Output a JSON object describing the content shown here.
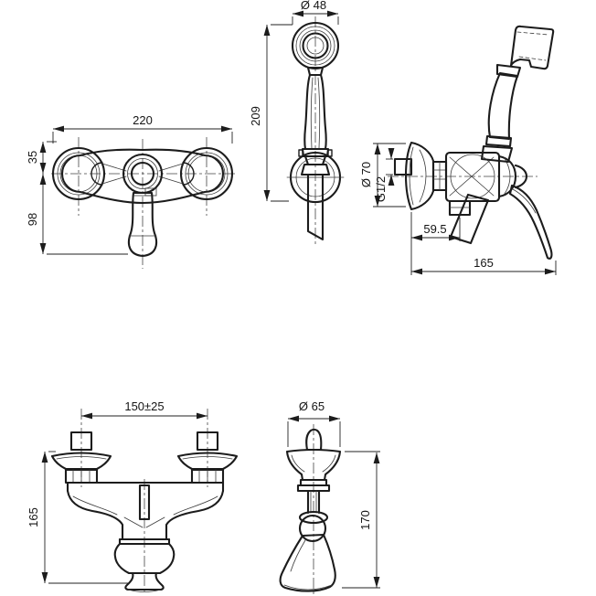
{
  "canvas": {
    "background": "#ffffff",
    "ink": "#1c1c1c"
  },
  "views": {
    "wall_mixer_front": {
      "dims": {
        "width": "220",
        "center_to_top": "35",
        "center_to_lever": "98"
      }
    },
    "handshower_front": {
      "dims": {
        "head_diameter": "Ø 48",
        "height": "209"
      }
    },
    "wall_mixer_side": {
      "dims": {
        "escutcheon_diameter": "Ø 70",
        "thread": "G1/2",
        "outlet_depth": "59.5",
        "overall_depth": "165"
      }
    },
    "bath_mixer_front": {
      "dims": {
        "connection_centres": "150±25",
        "height": "165"
      }
    },
    "bath_mixer_side": {
      "dims": {
        "escutcheon_diameter": "Ø 65",
        "height": "170"
      }
    }
  }
}
